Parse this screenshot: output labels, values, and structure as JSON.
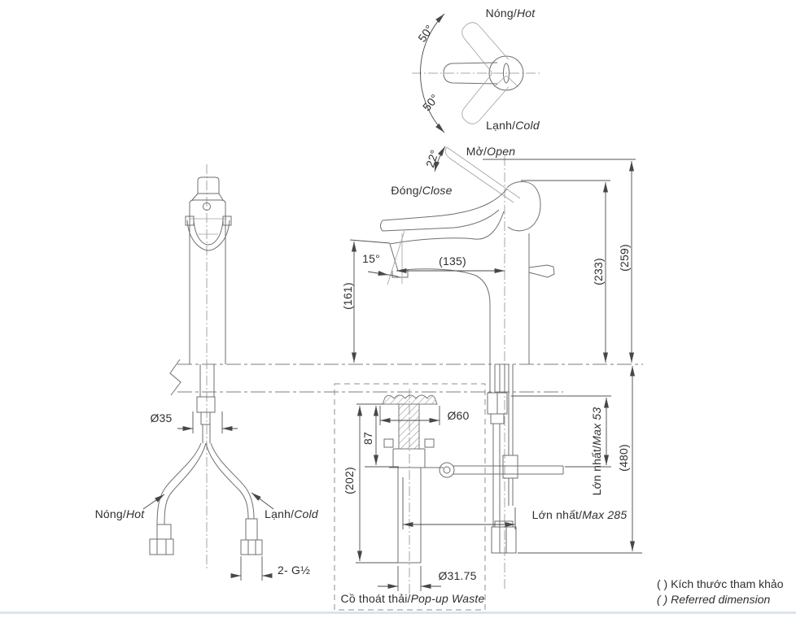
{
  "drawing": {
    "description": "Single-lever tall basin mixer installation dimension drawing",
    "colors": {
      "line": "#6f6f6f",
      "dimension": "#4a4a4a",
      "text": "#2f2f2f",
      "background": "#ffffff"
    }
  },
  "top_view": {
    "hot": {
      "vi": "Nóng/",
      "en": "Hot"
    },
    "cold": {
      "vi": "Lạnh/",
      "en": "Cold"
    },
    "angle_upper": "50°",
    "angle_lower": "50°"
  },
  "side_view": {
    "open": {
      "vi": "Mở/",
      "en": "Open"
    },
    "close": {
      "vi": "Đóng/",
      "en": "Close"
    },
    "angle_open": "22°",
    "angle_spout": "15°",
    "dim_spout_reach": "(135)",
    "dim_spout_height": "(161)",
    "dim_handle_height": "(233)",
    "dim_open_height": "(259)"
  },
  "installation": {
    "dim_hole": "Ø35",
    "hot": {
      "vi": "Nóng/",
      "en": "Hot"
    },
    "cold": {
      "vi": "Lạnh/",
      "en": "Cold"
    },
    "thread": "2- G½",
    "dim_below_counter": "(480)",
    "max_rod": {
      "vi": "Lớn nhất/",
      "en": "Max 53"
    },
    "max_reach": {
      "vi": "Lớn nhất/",
      "en": "Max 285"
    }
  },
  "waste": {
    "dim_flange": "Ø60",
    "dim_depth": "87",
    "dim_total": "(202)",
    "dim_pipe": "Ø31.75",
    "label": {
      "vi": "Cồ thoát thải/",
      "en": "Pop-up Waste"
    }
  },
  "legend": {
    "vi": "( ) Kích thước tham khảo",
    "en": "( ) Referred dimension"
  }
}
